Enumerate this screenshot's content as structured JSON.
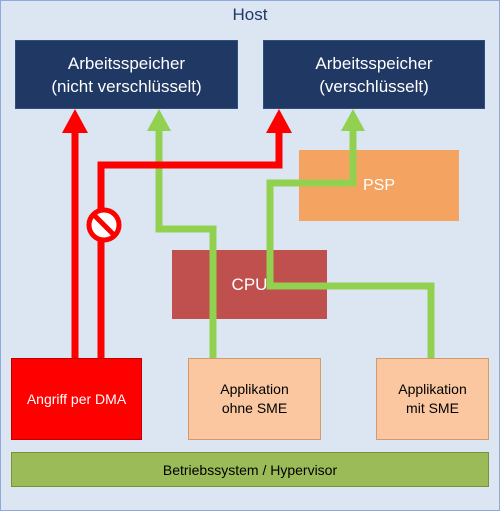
{
  "title": "Host",
  "memory_unencrypted": "Arbeitsspeicher\n(nicht verschlüsselt)",
  "memory_encrypted": "Arbeitsspeicher\n(verschlüsselt)",
  "psp": "PSP",
  "cpu": "CPU",
  "dma_attack": "Angriff per DMA",
  "app_without_sme": "Applikation\nohne SME",
  "app_with_sme": "Applikation\nmit SME",
  "os_hypervisor": "Betriebssystem / Hypervisor",
  "colors": {
    "memory": "#1f3864",
    "psp": "#f4a460",
    "cpu": "#c0504d",
    "attack": "#ff0000",
    "application": "#fac7a0",
    "os": "#9bbb59",
    "green_path": "#92d050",
    "red_path": "#ff0000"
  },
  "icons": [
    "blocked-icon",
    "arrow-up-icon"
  ]
}
